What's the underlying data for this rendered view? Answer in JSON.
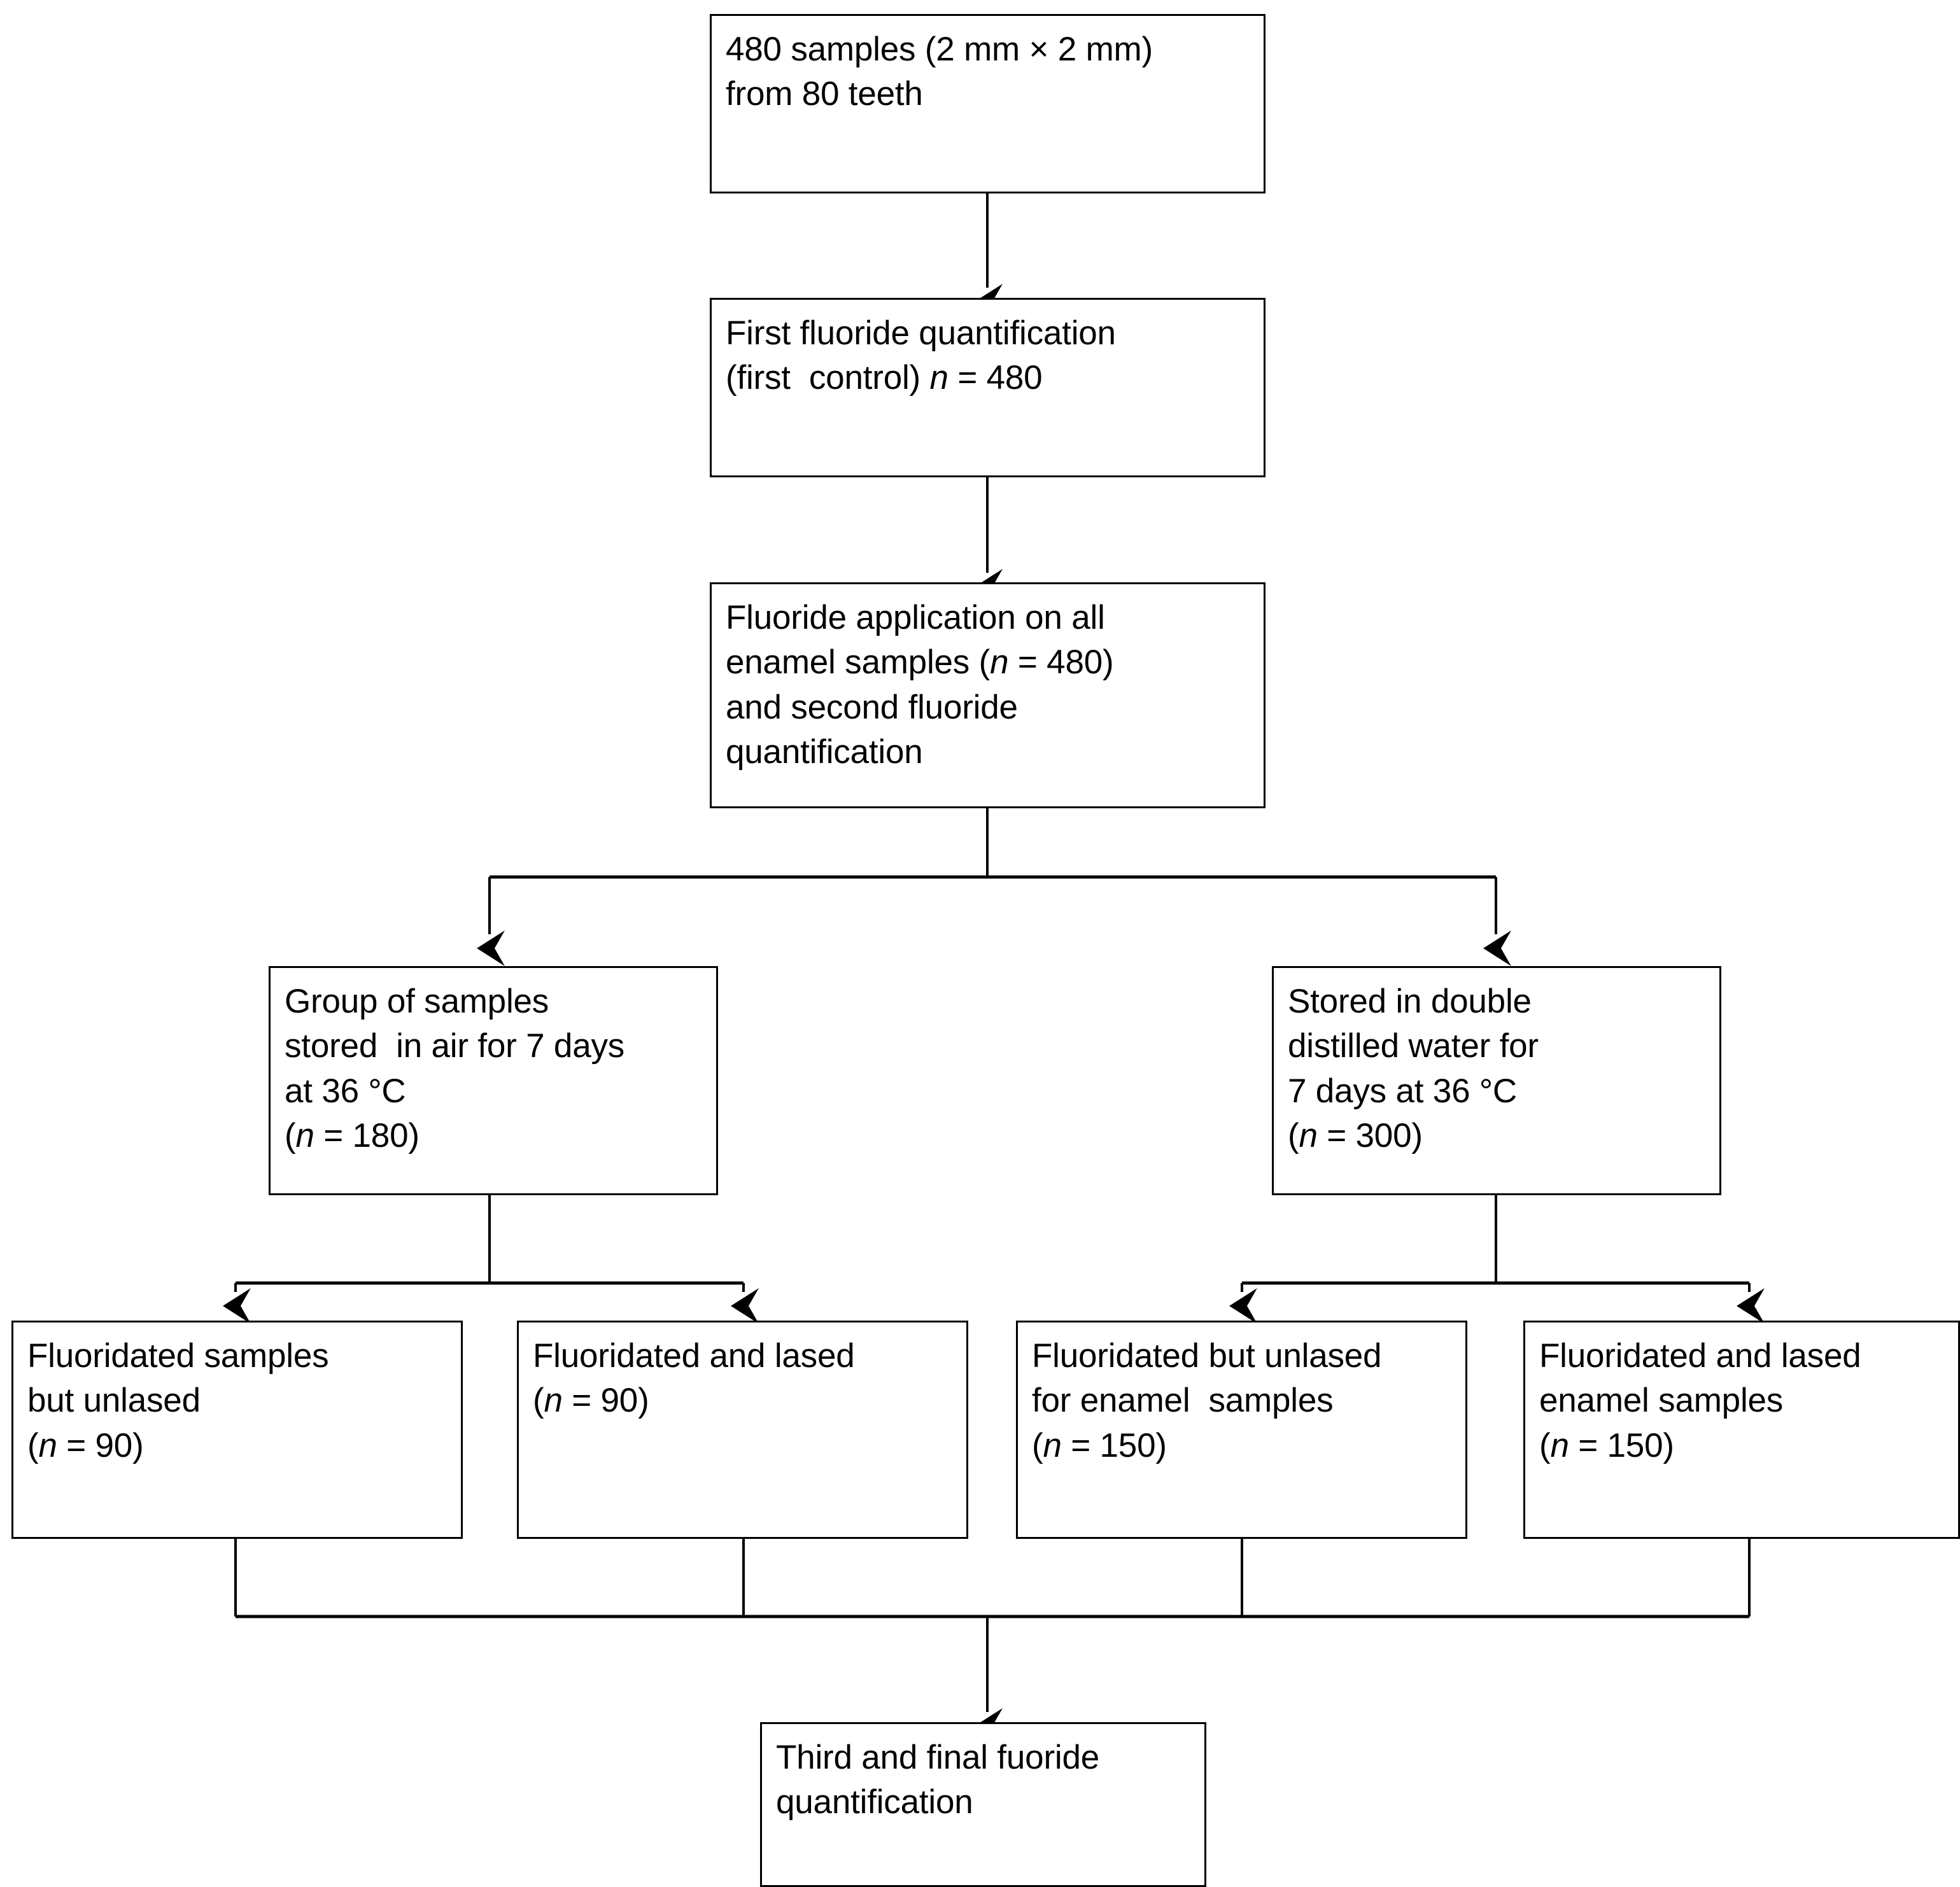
{
  "diagram": {
    "type": "flowchart",
    "title_text": "",
    "colors": {
      "stroke": "#000000",
      "fill": "#ffffff",
      "text": "#000000"
    },
    "nodes": {
      "samples": {
        "id": "samples",
        "lines": [
          "480 samples (2 mm × 2 mm)",
          "from 80 teeth"
        ]
      },
      "first_quant": {
        "id": "first_quant",
        "lines": [
          "First fluoride quantification",
          "(first  control) n = 480"
        ],
        "italic_tokens": [
          "n"
        ]
      },
      "application": {
        "id": "application",
        "lines": [
          "Fluoride application on all",
          "enamel samples (n = 480)",
          "and second fluoride",
          "quantification"
        ],
        "italic_tokens": [
          "n"
        ]
      },
      "air_group": {
        "id": "air_group",
        "lines": [
          "Group of samples",
          "stored  in air for 7 days",
          "at 36 °C",
          "(n = 180)"
        ],
        "italic_tokens": [
          "n"
        ]
      },
      "water_group": {
        "id": "water_group",
        "lines": [
          "Stored in double",
          "distilled water for",
          "7 days at 36 °C",
          "(n = 300)"
        ],
        "italic_tokens": [
          "n"
        ]
      },
      "air_unlased": {
        "id": "air_unlased",
        "lines": [
          "Fluoridated samples",
          "but unlased",
          "(n = 90)"
        ],
        "italic_tokens": [
          "n"
        ]
      },
      "air_lased": {
        "id": "air_lased",
        "lines": [
          "Fluoridated and lased",
          "(n = 90)"
        ],
        "italic_tokens": [
          "n"
        ]
      },
      "water_unlased": {
        "id": "water_unlased",
        "lines": [
          "Fluoridated but unlased",
          "for enamel  samples",
          "(n = 150)"
        ],
        "italic_tokens": [
          "n"
        ]
      },
      "water_lased": {
        "id": "water_lased",
        "lines": [
          "Fluoridated and lased",
          "enamel samples",
          "(n = 150)"
        ],
        "italic_tokens": [
          "n"
        ]
      },
      "final_quant": {
        "id": "final_quant",
        "lines": [
          "Third and final fuoride",
          "quantification"
        ]
      }
    },
    "counts": {
      "total_samples": 480,
      "teeth": 80,
      "sample_size_mm": "2 mm × 2 mm",
      "first_control_n": 480,
      "application_n": 480,
      "air_group_n": 180,
      "water_group_n": 300,
      "air_unlased_n": 90,
      "air_lased_n": 90,
      "water_unlased_n": 150,
      "water_lased_n": 150,
      "storage_days": 7,
      "storage_temp": "36 °C"
    },
    "edges": [
      {
        "from": "samples",
        "to": "first_quant"
      },
      {
        "from": "first_quant",
        "to": "application"
      },
      {
        "from": "application",
        "to": "air_group"
      },
      {
        "from": "application",
        "to": "water_group"
      },
      {
        "from": "air_group",
        "to": "air_unlased"
      },
      {
        "from": "air_group",
        "to": "air_lased"
      },
      {
        "from": "water_group",
        "to": "water_unlased"
      },
      {
        "from": "water_group",
        "to": "water_lased"
      },
      {
        "from": "air_unlased",
        "to": "final_quant"
      },
      {
        "from": "air_lased",
        "to": "final_quant"
      },
      {
        "from": "water_unlased",
        "to": "final_quant"
      },
      {
        "from": "water_lased",
        "to": "final_quant"
      }
    ]
  }
}
